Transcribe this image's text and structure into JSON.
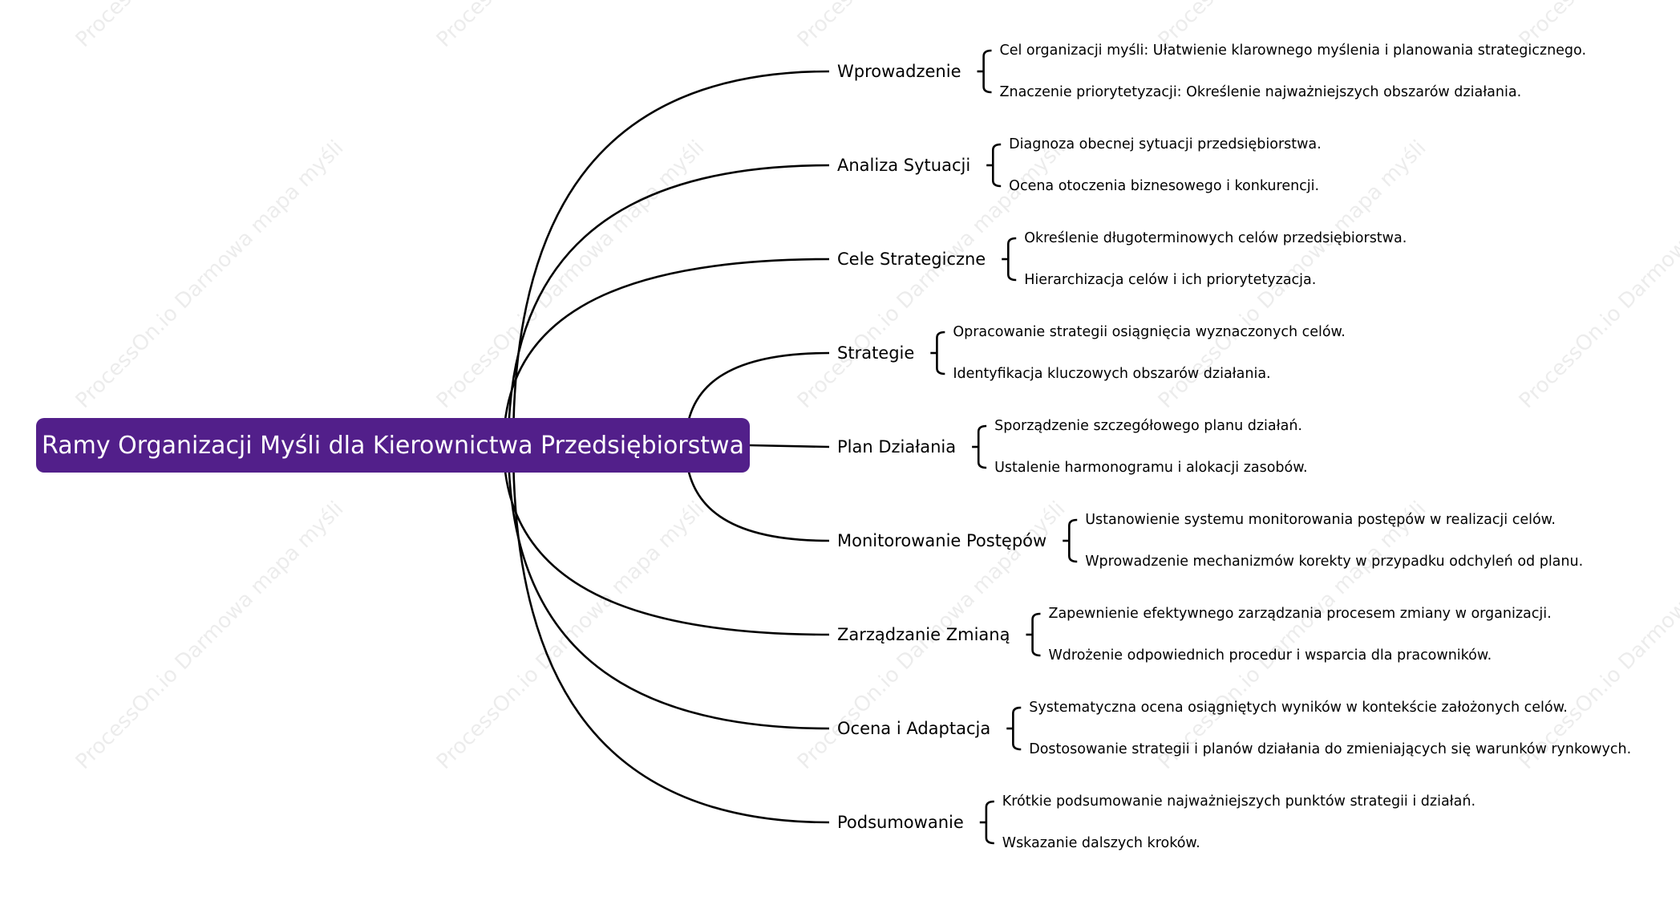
{
  "watermark_text": "ProcessOn.io Darmowa mapa myśli",
  "colors": {
    "root_fill": "#521f8a",
    "root_text": "#ffffff",
    "line": "#000000",
    "text": "#000000"
  },
  "root": {
    "label": "Ramy Organizacji Myśli dla Kierownictwa Przedsiębiorstwa"
  },
  "branches": [
    {
      "label": "Wprowadzenie",
      "children": [
        "Cel organizacji myśli: Ułatwienie klarownego myślenia i planowania strategicznego.",
        "Znaczenie priorytetyzacji: Określenie najważniejszych obszarów działania."
      ]
    },
    {
      "label": "Analiza Sytuacji",
      "children": [
        "Diagnoza obecnej sytuacji przedsiębiorstwa.",
        "Ocena otoczenia biznesowego i konkurencji."
      ]
    },
    {
      "label": "Cele Strategiczne",
      "children": [
        "Określenie długoterminowych celów przedsiębiorstwa.",
        "Hierarchizacja celów i ich priorytetyzacja."
      ]
    },
    {
      "label": "Strategie",
      "children": [
        "Opracowanie strategii osiągnięcia wyznaczonych celów.",
        "Identyfikacja kluczowych obszarów działania."
      ]
    },
    {
      "label": "Plan Działania",
      "children": [
        "Sporządzenie szczegółowego planu działań.",
        "Ustalenie harmonogramu i alokacji zasobów."
      ]
    },
    {
      "label": "Monitorowanie Postępów",
      "children": [
        "Ustanowienie systemu monitorowania postępów w realizacji celów.",
        "Wprowadzenie mechanizmów korekty w przypadku odchyleń od planu."
      ]
    },
    {
      "label": "Zarządzanie Zmianą",
      "children": [
        "Zapewnienie efektywnego zarządzania procesem zmiany w organizacji.",
        "Wdrożenie odpowiednich procedur i wsparcia dla pracowników."
      ]
    },
    {
      "label": "Ocena i Adaptacja",
      "children": [
        "Systematyczna ocena osiągniętych wyników w kontekście założonych celów.",
        "Dostosowanie strategii i planów działania do zmieniających się warunków rynkowych."
      ]
    },
    {
      "label": "Podsumowanie",
      "children": [
        "Krótkie podsumowanie najważniejszych punktów strategii i działań.",
        "Wskazanie dalszych kroków."
      ]
    }
  ]
}
